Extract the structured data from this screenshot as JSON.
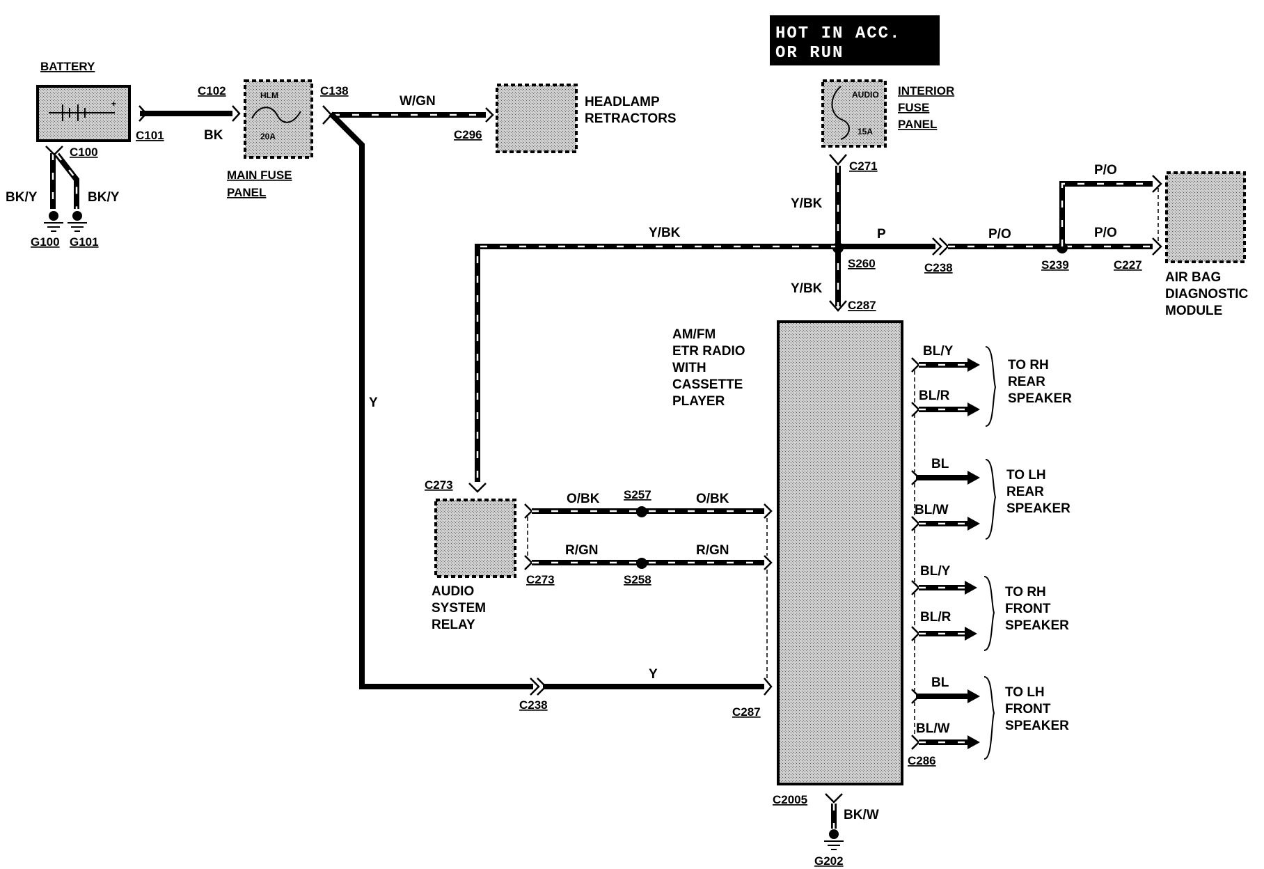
{
  "banner": {
    "line1": "HOT IN ACC.",
    "line2": "OR RUN"
  },
  "components": {
    "battery": "BATTERY",
    "main_fuse_panel": [
      "MAIN FUSE",
      "PANEL"
    ],
    "main_fuse_labels": [
      "HLM",
      "20A"
    ],
    "headlamp_retractors": [
      "HEADLAMP",
      "RETRACTORS"
    ],
    "interior_fuse_panel": [
      "INTERIOR",
      "FUSE",
      "PANEL"
    ],
    "interior_fuse_labels": [
      "AUDIO",
      "15A"
    ],
    "air_bag_module": [
      "AIR BAG",
      "DIAGNOSTIC",
      "MODULE"
    ],
    "radio": [
      "AM/FM",
      "ETR RADIO",
      "WITH",
      "CASSETTE",
      "PLAYER"
    ],
    "audio_relay": [
      "AUDIO",
      "SYSTEM",
      "RELAY"
    ]
  },
  "connectors": {
    "c101": "C101",
    "c100": "C100",
    "c102": "C102",
    "c138": "C138",
    "c296": "C296",
    "c271": "C271",
    "s260": "S260",
    "c238_top": "C238",
    "s239": "S239",
    "c227": "C227",
    "c287_top": "C287",
    "c273_top": "C273",
    "c273_bot": "C273",
    "s257": "S257",
    "s258": "S258",
    "c238_bot": "C238",
    "c287_bot": "C287",
    "c286": "C286",
    "c2005": "C2005",
    "g100": "G100",
    "g101": "G101",
    "g202": "G202"
  },
  "wires": {
    "bk": "BK",
    "bk_y_left": "BK/Y",
    "bk_y_right": "BK/Y",
    "w_gn": "W/GN",
    "y_vert": "Y",
    "y_bottom": "Y",
    "y_bk_top": "Y/BK",
    "y_bk_main": "Y/BK",
    "y_bk_lower": "Y/BK",
    "p": "P",
    "p_o_1": "P/O",
    "p_o_2": "P/O",
    "p_o_3": "P/O",
    "o_bk_1": "O/BK",
    "o_bk_2": "O/BK",
    "r_gn_1": "R/GN",
    "r_gn_2": "R/GN",
    "bk_w": "BK/W"
  },
  "outputs": [
    {
      "wire_a": "BL/Y",
      "wire_b": "BL/R",
      "dest": [
        "TO RH",
        "REAR",
        "SPEAKER"
      ]
    },
    {
      "wire_a": "BL",
      "wire_b": "BL/W",
      "dest": [
        "TO LH",
        "REAR",
        "SPEAKER"
      ]
    },
    {
      "wire_a": "BL/Y",
      "wire_b": "BL/R",
      "dest": [
        "TO RH",
        "FRONT",
        "SPEAKER"
      ]
    },
    {
      "wire_a": "BL",
      "wire_b": "BL/W",
      "dest": [
        "TO LH",
        "FRONT",
        "SPEAKER"
      ]
    }
  ]
}
